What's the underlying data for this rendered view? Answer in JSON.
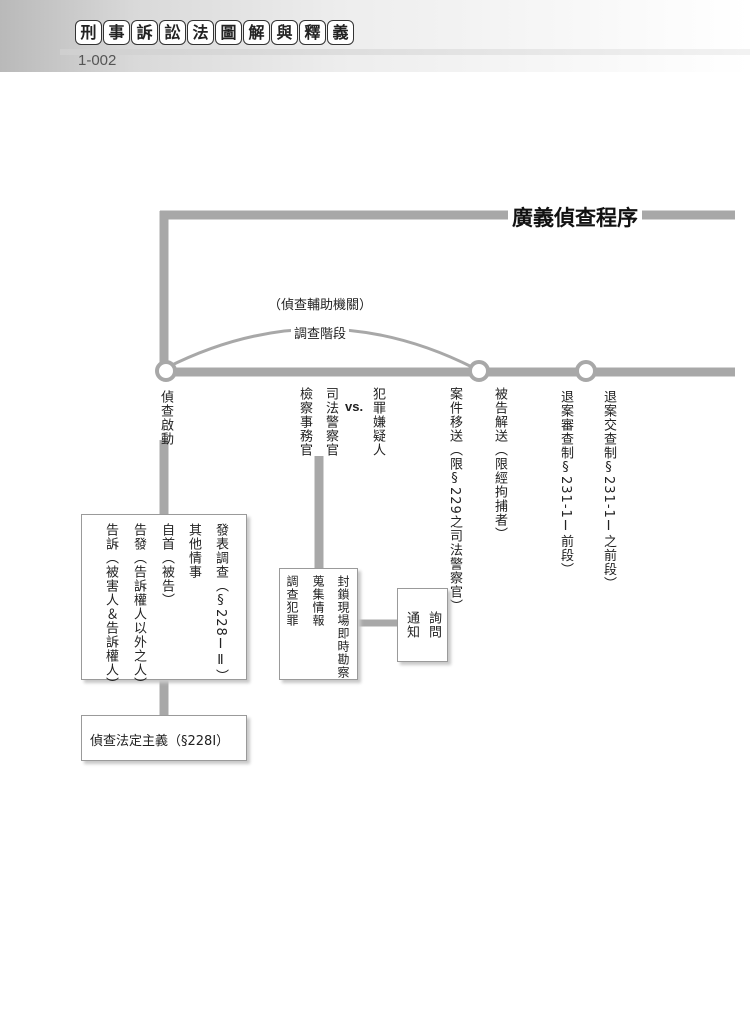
{
  "header": {
    "book_title_chars": [
      "刑",
      "事",
      "訴",
      "訟",
      "法",
      "圖",
      "解",
      "與",
      "釋",
      "義"
    ],
    "page_number": "1-002"
  },
  "diagram": {
    "title": "廣義偵查程序",
    "arc_top_label": "（偵查輔助機關）",
    "arc_label": "調查階段",
    "node_start": "偵查啟動",
    "vs_label": "vs.",
    "suspect": "犯罪嫌疑人",
    "police": "司法警察官",
    "prosecutor_aide": "檢察事務官",
    "case_transfer_main": "案件移送（限",
    "case_transfer_ref": "§229",
    "case_transfer_tail": "之司法警察官）",
    "defendant_escort": "被告解送（限經拘捕者）",
    "return_review_main": "退案審查制",
    "return_review_ref": "§231-1",
    "return_review_tail": "Ⅰ前段）",
    "return_investigate_main": "退案交查制",
    "return_investigate_ref": "§231-1",
    "return_investigate_tail": "Ⅰ之前段）",
    "triggers": {
      "publish_main": "發表調查（",
      "publish_ref": "§228Ⅰ",
      "publish_tail": "Ⅱ）",
      "other": "其他情事",
      "self_surrender": "自首（被告）",
      "accusation": "告發（告訴權人以外之人）",
      "complaint": "告訴（被害人＆告訴權人）"
    },
    "duties": {
      "seal": "封鎖現場即時勘察",
      "collect": "蒐集情報",
      "investigate": "調查犯罪"
    },
    "notify_ask": {
      "ask": "詢問",
      "notify": "通知"
    },
    "legality": "偵查法定主義（§228Ⅰ）"
  }
}
